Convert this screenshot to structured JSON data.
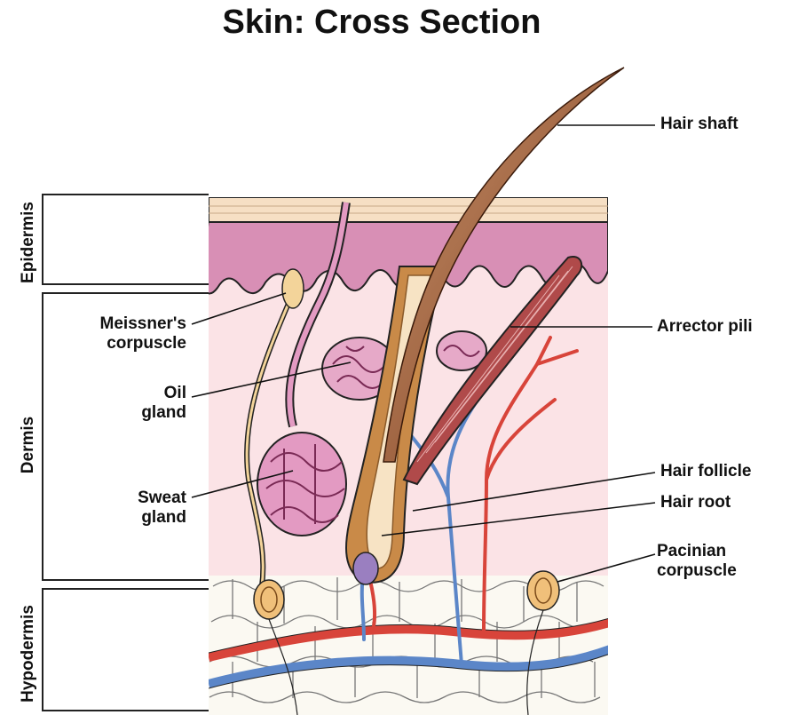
{
  "title": "Skin: Cross Section",
  "layers": {
    "epidermis": "Epidermis",
    "dermis": "Dermis",
    "hypodermis": "Hypodermis"
  },
  "labels": {
    "meissners_1": "Meissner's",
    "meissners_2": "corpuscle",
    "oil_1": "Oil",
    "oil_2": "gland",
    "sweat_1": "Sweat",
    "sweat_2": "gland",
    "hair_shaft": "Hair shaft",
    "arrector_pili": "Arrector pili",
    "hair_follicle": "Hair follicle",
    "hair_root": "Hair root",
    "pacinian_1": "Pacinian",
    "pacinian_2": "corpuscle"
  },
  "colors": {
    "stratum_top": "#f6dfc4",
    "epidermis": "#d88fb5",
    "dermis": "#fbe3e6",
    "fat": "#fbf9f2",
    "artery": "#d8443a",
    "vein": "#5b86c8",
    "muscle": "#b04a4a",
    "hair": "#8a4a24"
  }
}
